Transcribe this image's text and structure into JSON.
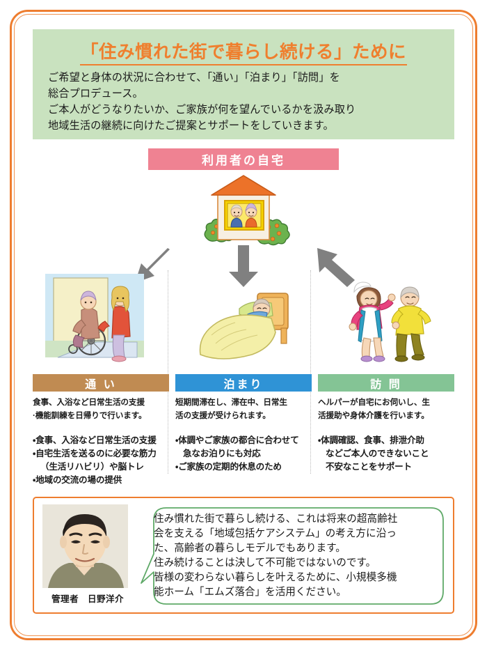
{
  "header": {
    "title": "「住み慣れた街で暮らし続ける」ために",
    "body_lines": [
      "ご希望と身体の状況に合わせて、「通い」「泊まり」「訪問」を",
      "総合プロデュース。",
      "ご本人がどうなりたいか、ご家族が何を望んでいるかを汲み取り",
      "地域生活の継続に向けたご提案とサポートをしていきます。"
    ]
  },
  "home": {
    "banner_label": "利用者の自宅",
    "illustration_name": "house-with-elderly-couple-illustration"
  },
  "arrows": {
    "left": "arrow-down-left",
    "middle": "arrow-down",
    "right": "arrow-up-left"
  },
  "columns": [
    {
      "key": "kayoi",
      "banner_label": "通 い",
      "illustration_name": "wheelchair-assistance-illustration",
      "desc_lines": [
        "食事、入浴など日常生活の支援",
        "·機能訓練を日帰りで行います。"
      ],
      "bullets": [
        {
          "lines": [
            "・食事、入浴など日常生活の支援"
          ]
        },
        {
          "lines": [
            "・自宅生活を送るのに必要な筋力",
            "（生活リハビリ）や脳トレ"
          ]
        },
        {
          "lines": [
            "・地域の交流の場の提供"
          ]
        }
      ]
    },
    {
      "key": "tomari",
      "banner_label": "泊まり",
      "illustration_name": "elderly-person-in-bed-illustration",
      "desc_lines": [
        "短期間滞在し、滞在中、日常生",
        "活の支援が受けられます。"
      ],
      "bullets": [
        {
          "lines": [
            "・体調やご家族の都合に合わせて",
            "急なお泊りにも対応"
          ]
        },
        {
          "lines": [
            "・ご家族の定期的休息のため"
          ]
        }
      ]
    },
    {
      "key": "homon",
      "banner_label": "訪 問",
      "illustration_name": "helper-assisting-elderly-man-illustration",
      "desc_lines": [
        "ヘルパーが自宅にお伺いし、生",
        "活援助や身体介護を行います。"
      ],
      "bullets": [
        {
          "lines": [
            "・体調確認、食事、排泄介助",
            "などご本人のできないこと",
            "不安なことをサポート"
          ]
        }
      ]
    }
  ],
  "testimonial": {
    "photo_name": "manager-portrait-photo",
    "caption": "管理者　日野洋介",
    "quote_lines": [
      "住み慣れた街で暮らし続ける、これは将来の超高齢社",
      "会を支える「地域包括ケアシステム」の考え方に沿っ",
      "た、高齢者の暮らしモデルでもあります。",
      "住み続けることは決して不可能ではないのです。",
      "皆様の変わらない暮らしを叶えるために、小規模多機",
      "能ホーム「エムズ落合」を活用ください。"
    ]
  },
  "colors": {
    "frame_orange": "#ee7d2f",
    "header_green_bg": "#c9e2bf",
    "title_orange": "#ef7f2e",
    "home_pink": "#ef8292",
    "kayoi_brown": "#c08b52",
    "tomari_blue": "#2f93d6",
    "homon_green": "#84c495",
    "arrow_gray": "#808080",
    "bubble_green": "#5fa968"
  }
}
